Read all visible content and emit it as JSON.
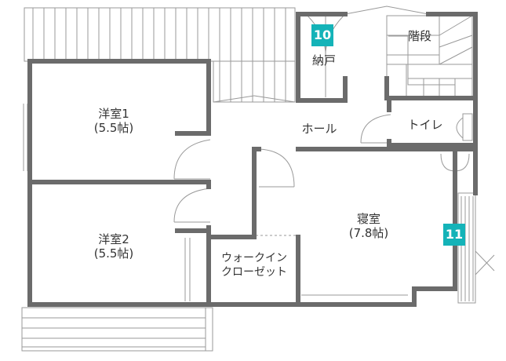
{
  "colors": {
    "wall": "#6b6b6b",
    "accent": "#14b3b8",
    "line": "#9a9a9a",
    "text": "#333333"
  },
  "rooms": {
    "western1": {
      "name": "洋室1",
      "size": "(5.5帖)"
    },
    "western2": {
      "name": "洋室2",
      "size": "(5.5帖)"
    },
    "hall": {
      "name": "ホール"
    },
    "toilet": {
      "name": "トイレ"
    },
    "bedroom": {
      "name": "寝室",
      "size": "(7.8帖)"
    },
    "closet": {
      "name": "納戸"
    },
    "stairs": {
      "name": "階段"
    },
    "walkin": {
      "line1": "ウォークイン",
      "line2": "クローゼット"
    }
  },
  "badges": {
    "closet": "10",
    "balcony": "11"
  }
}
